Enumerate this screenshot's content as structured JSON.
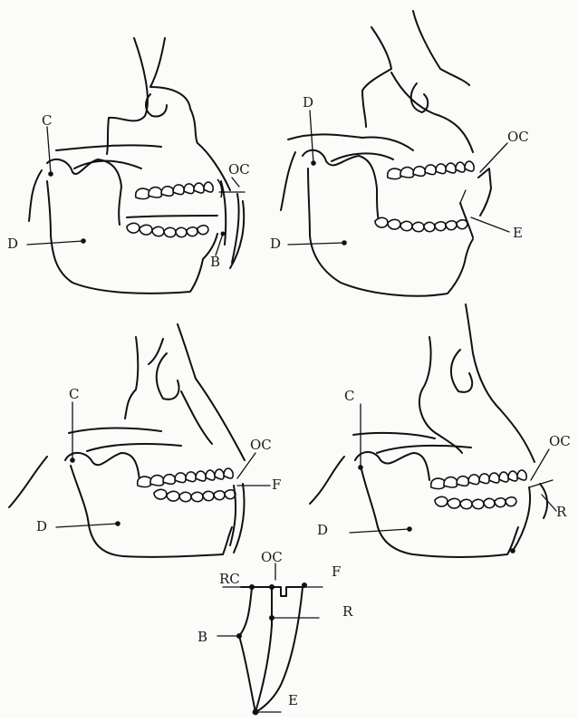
{
  "panels": [
    {
      "id": "top-left",
      "labels": {
        "c": "C",
        "d": "D",
        "oc": "OC",
        "b": "B"
      }
    },
    {
      "id": "top-right",
      "labels": {
        "d_top": "D",
        "d": "D",
        "oc": "OC",
        "e": "E"
      }
    },
    {
      "id": "bottom-left",
      "labels": {
        "c": "C",
        "d": "D",
        "oc": "OC",
        "f": "F"
      }
    },
    {
      "id": "bottom-right",
      "labels": {
        "c": "C",
        "d": "D",
        "oc": "OC",
        "r": "R"
      }
    }
  ],
  "schematic": {
    "labels": {
      "oc": "OC",
      "rc": "RC",
      "f": "F",
      "r": "R",
      "b": "B",
      "e": "E"
    }
  },
  "colors": {
    "ink": "#111111",
    "paper": "#fbfbf9"
  }
}
